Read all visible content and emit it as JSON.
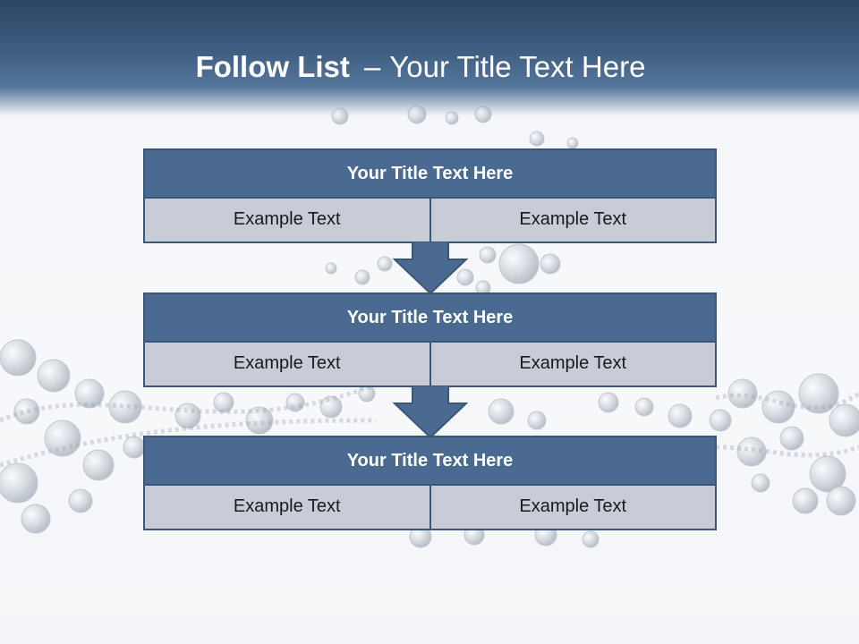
{
  "slide": {
    "title_bold": "Follow List",
    "title_separator": "–",
    "title_rest": "Your Title Text Here"
  },
  "steps": [
    {
      "title": "Your Title Text Here",
      "left": "Example Text",
      "right": "Example Text"
    },
    {
      "title": "Your Title Text Here",
      "left": "Example Text",
      "right": "Example Text"
    },
    {
      "title": "Your Title Text Here",
      "left": "Example Text",
      "right": "Example Text"
    }
  ],
  "colors": {
    "header_dark": "#2c4462",
    "box_header": "#4a6a92",
    "box_border": "#3b5677",
    "cell_fill": "#c7ccd7",
    "background": "#f4f6f9"
  },
  "icons": {
    "connector": "down-arrow-icon",
    "background_art": "dna-helix-image"
  }
}
